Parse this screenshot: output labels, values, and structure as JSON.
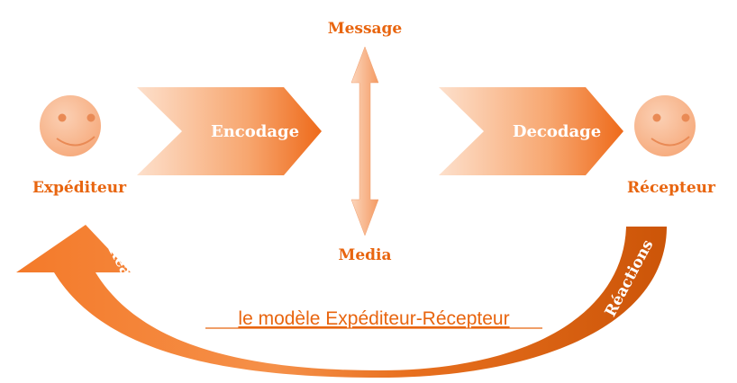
{
  "labels": {
    "message": "Message",
    "media": "Media",
    "sender": "Expéditeur",
    "receiver": "Récepteur",
    "encoding": "Encodage",
    "decoding": "Decodage",
    "feedback_left": "Réactions",
    "feedback_right": "Réactions",
    "title": "le modèle Expéditeur-Récepteur"
  },
  "colors": {
    "accent": "#e8650f",
    "dark": "#cf560a",
    "light": "#f9b48c"
  }
}
